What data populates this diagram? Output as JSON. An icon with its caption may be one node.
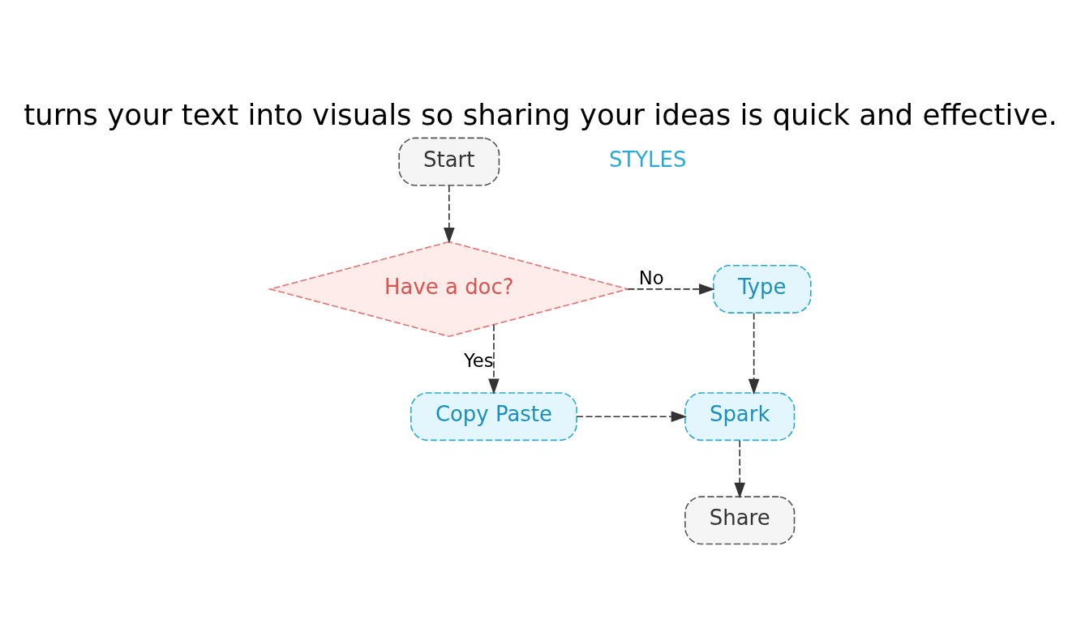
{
  "diagram": {
    "title": "turns your text into visuals so sharing your ideas is quick and effective.",
    "nodes": [
      {
        "text": [
          "Start"
        ]
      },
      {
        "text": [
          "Have a doc?"
        ]
      },
      {
        "text": [
          "Type"
        ]
      },
      {
        "text": [
          "Copy Paste"
        ]
      },
      {
        "text": [
          "Spark"
        ]
      },
      {
        "text": [
          "Share"
        ]
      }
    ],
    "edges": [
      {
        "from": 0,
        "to": 1,
        "arrow": "to",
        "style": "dashed"
      },
      {
        "from": 1,
        "to": 2,
        "arrow": "to",
        "label": "No",
        "style": "dashed"
      },
      {
        "from": 1,
        "to": 3,
        "arrow": "to",
        "label": "Yes",
        "style": "dashed"
      },
      {
        "from": 2,
        "to": 4,
        "arrow": "to",
        "style": "dashed"
      },
      {
        "from": 3,
        "to": 4,
        "arrow": "to",
        "style": "dashed"
      },
      {
        "from": 4,
        "to": 5,
        "arrow": "to",
        "style": "dashed"
      }
    ],
    "labels": [
      "STYLES"
    ]
  }
}
